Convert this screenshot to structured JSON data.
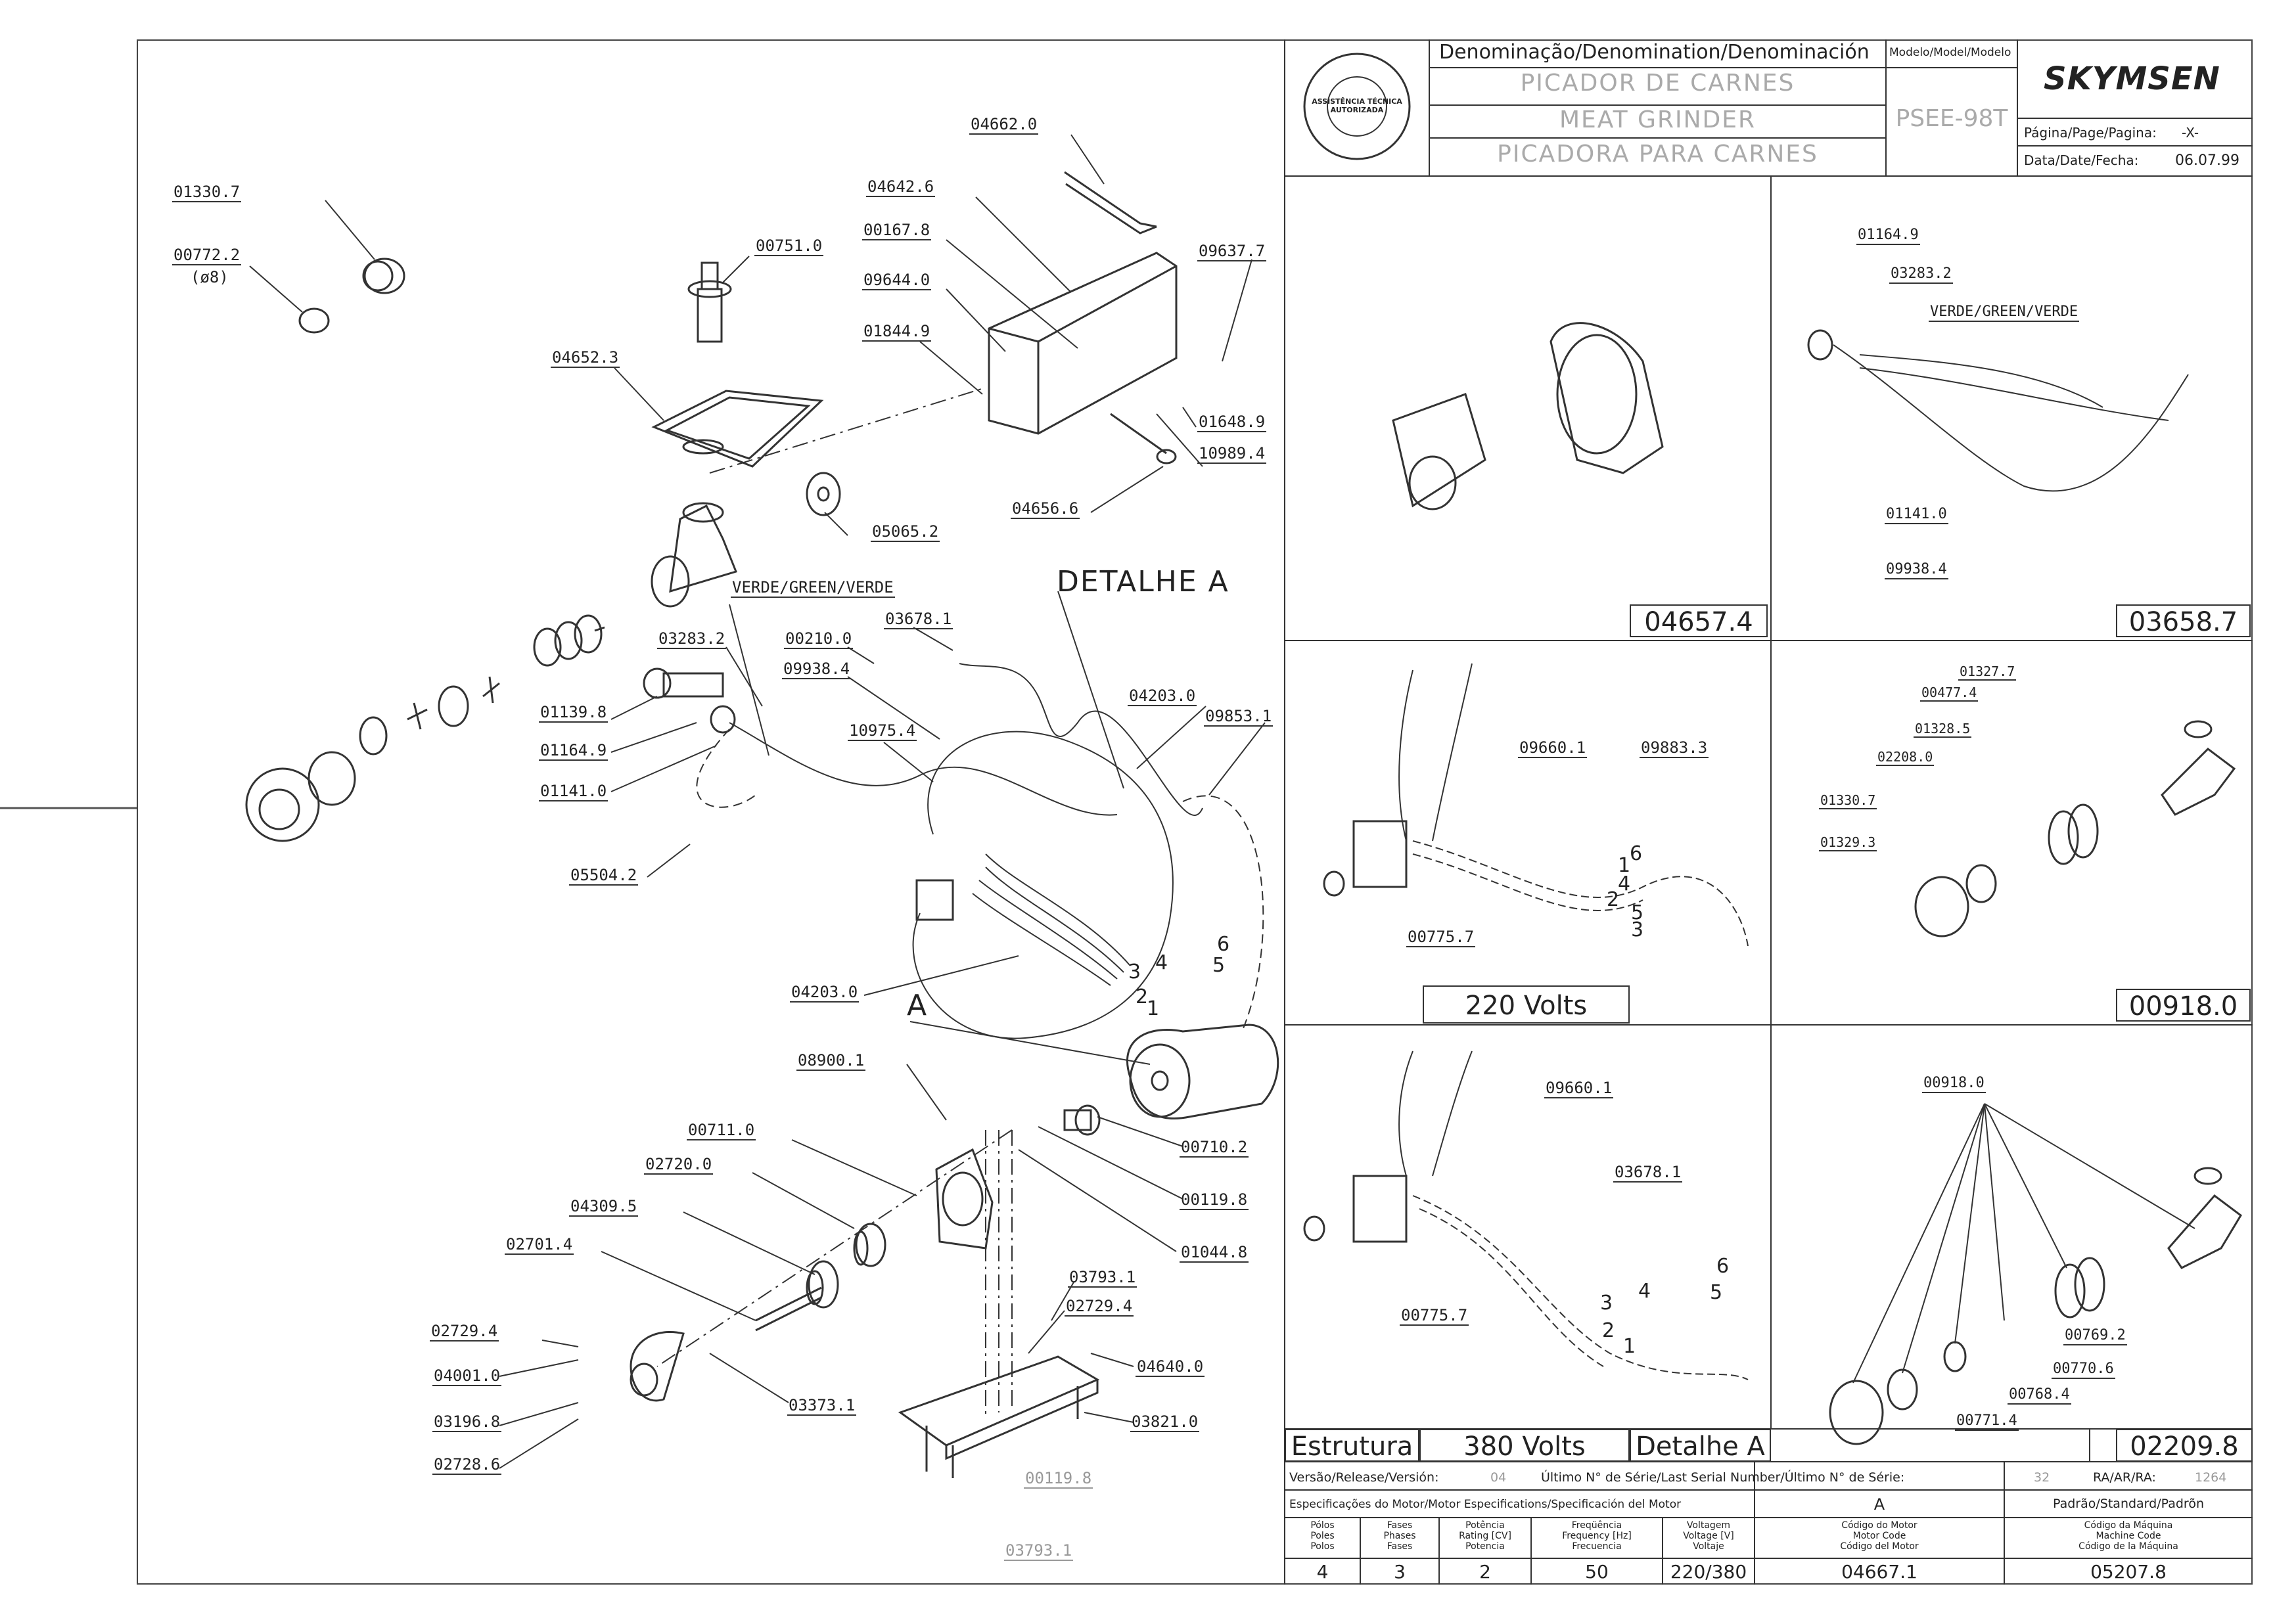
{
  "title_block": {
    "denomination_header": "Denominação/Denomination/Denominación",
    "model_header": "Modelo/Model/Modelo",
    "name_pt": "PICADOR DE CARNES",
    "name_en": "MEAT GRINDER",
    "name_es": "PICADORA  PARA CARNES",
    "model": "PSEE-98T",
    "brand": "SKYMSEN",
    "page_label": "Página/Page/Pagina:",
    "page_value": "-X-",
    "date_label": "Data/Date/Fecha:",
    "date_value": "06.07.99",
    "seal_text": "ASSISTÊNCIA TÉCNICA AUTORIZADA"
  },
  "main_labels": [
    "01330.7",
    "00772.2",
    "(ø8)",
    "00751.0",
    "04652.3",
    "04662.0",
    "04642.6",
    "00167.8",
    "09644.0",
    "01844.9",
    "09637.7",
    "01648.9",
    "10989.4",
    "04656.6",
    "05065.2",
    "VERDE/GREEN/VERDE",
    "03283.2",
    "00210.0",
    "03678.1",
    "09938.4",
    "01139.8",
    "01164.9",
    "01141.0",
    "10975.4",
    "05504.2",
    "04203.0",
    "09853.1",
    "04203.0",
    "08900.1",
    "00711.0",
    "00710.2",
    "02720.0",
    "00119.8",
    "04309.5",
    "01044.8",
    "02701.4",
    "03793.1",
    "02729.4",
    "02729.4",
    "04640.0",
    "04001.0",
    "03373.1",
    "03196.8",
    "03821.0",
    "02728.6",
    "00119.8",
    "03793.1"
  ],
  "main_big": {
    "detail_a": "DETALHE  A",
    "a": "A"
  },
  "wire_numbers": [
    "6",
    "5",
    "4",
    "3",
    "2",
    "1"
  ],
  "panels": {
    "p1_code": "04657.4",
    "p2_code": "03658.7",
    "p2_labels": [
      "01164.9",
      "03283.2",
      "VERDE/GREEN/VERDE",
      "01141.0",
      "09938.4"
    ],
    "p3_code": "00918.0",
    "p3_labels": [
      "01327.7",
      "00477.4",
      "01328.5",
      "02208.0",
      "01330.7",
      "01329.3"
    ],
    "p4_labels": [
      "09660.1",
      "09883.3",
      "00775.7"
    ],
    "p4_volts": "220  Volts",
    "p4_wires": [
      "6",
      "1",
      "4",
      "2",
      "5",
      "3"
    ],
    "p5_labels": [
      "09660.1",
      "03678.1",
      "00775.7"
    ],
    "p5_wires": [
      "6",
      "4",
      "5",
      "3",
      "2",
      "1"
    ],
    "p5_estrutura": "Estrutura",
    "p5_volts": "380  Volts",
    "p5_detalhe": "Detalhe A",
    "p6_code": "02209.8",
    "p6_labels": [
      "00918.0",
      "00769.2",
      "00770.6",
      "00768.4",
      "00771.4"
    ]
  },
  "footer": {
    "version_label": "Versão/Release/Versión:",
    "version_value": "04",
    "serial_label": "Último N° de Série/Last Serial Number/Último N° de Série:",
    "serial_value": "32",
    "ra_label": "RA/AR/RA:",
    "ra_value": "1264",
    "motor_spec": "Especificações do Motor/Motor Especifications/Specificación del Motor",
    "col_a": "A",
    "standard": "Padrão/Standard/Padrõn",
    "headers": [
      [
        "Pólos",
        "Poles",
        "Polos"
      ],
      [
        "Fases",
        "Phases",
        "Fases"
      ],
      [
        "Potência",
        "Rating [CV]",
        "Potencia"
      ],
      [
        "Freqüência",
        "Frequency [Hz]",
        "Frecuencia"
      ],
      [
        "Voltagem",
        "Voltage [V]",
        "Voltaje"
      ],
      [
        "Código do Motor",
        "Motor Code",
        "Código del Motor"
      ],
      [
        "Código da Máquina",
        "Machine Code",
        "Código de la Máquina"
      ]
    ],
    "values": [
      "4",
      "3",
      "2",
      "50",
      "220/380",
      "04667.1",
      "05207.8"
    ]
  }
}
